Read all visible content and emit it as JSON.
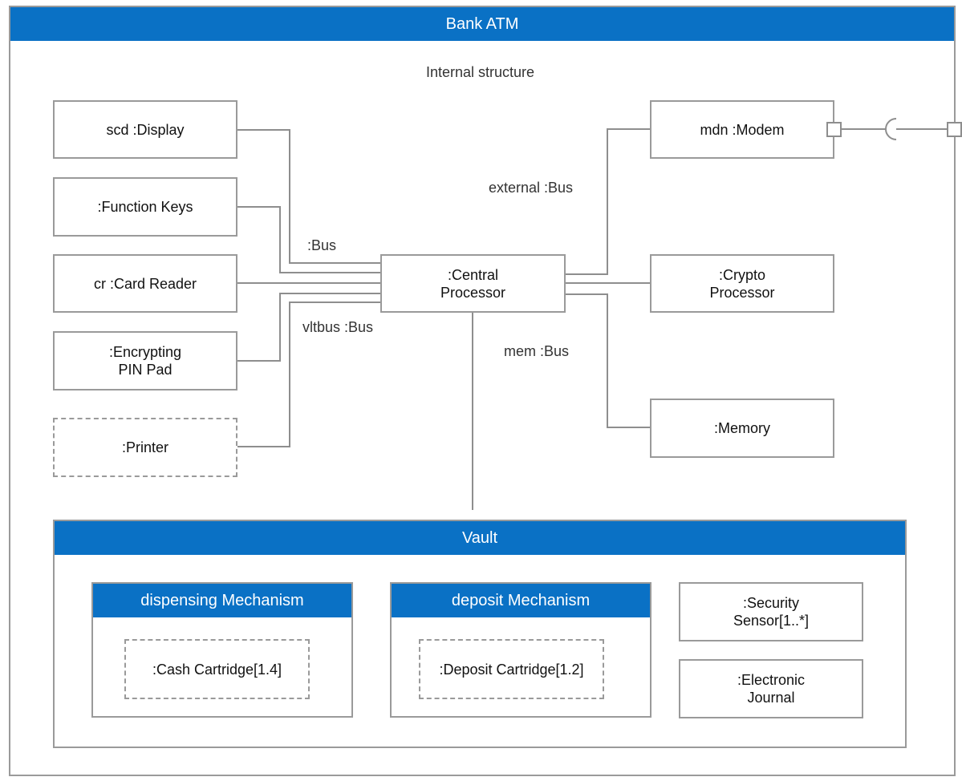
{
  "atm": {
    "title": "Bank ATM",
    "subtitle": "Internal structure",
    "parts": {
      "display": "scd :Display",
      "function_keys": ":Function Keys",
      "card_reader": "cr :Card Reader",
      "pin_pad": ":Encrypting\nPIN Pad",
      "printer": ":Printer",
      "central_processor": ":Central\nProcessor",
      "modem": "mdn :Modem",
      "crypto_processor": ":Crypto\nProcessor",
      "memory": ":Memory"
    },
    "connectors": {
      "bus": ":Bus",
      "vltbus": "vltbus :Bus",
      "external": "external :Bus",
      "mem": "mem :Bus"
    }
  },
  "vault": {
    "title": "Vault",
    "dispensing": {
      "title": "dispensing Mechanism",
      "cartridge": ":Cash Cartridge[1.4]"
    },
    "deposit": {
      "title": "deposit Mechanism",
      "cartridge": ":Deposit Cartridge[1.2]"
    },
    "security_sensor": ":Security\nSensor[1..*]",
    "electronic_journal": ":Electronic\nJournal"
  },
  "colors": {
    "header_blue": "#0a71c5",
    "border_gray": "#9a9a9a"
  }
}
